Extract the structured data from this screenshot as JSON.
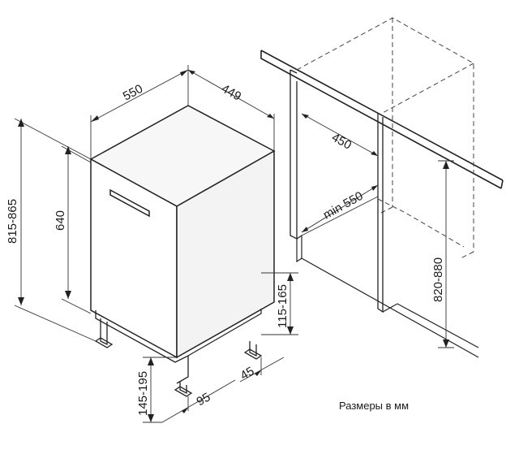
{
  "dimensions": {
    "width": "550",
    "depth": "449",
    "total_height": "815-865",
    "body_height": "640",
    "front_feet": "145-195",
    "rear_feet": "115-165",
    "foot_offset": "95",
    "rear_offset": "45",
    "niche_depth": "450",
    "niche_min_depth": "min 550",
    "niche_height": "820-880"
  },
  "caption": "Размеры в мм",
  "colors": {
    "line": "#222222",
    "cabinet_top": "#f7f7f7",
    "cabinet_front": "#ffffff",
    "cabinet_side": "#f3f3f3",
    "handle": "#ffffff"
  }
}
